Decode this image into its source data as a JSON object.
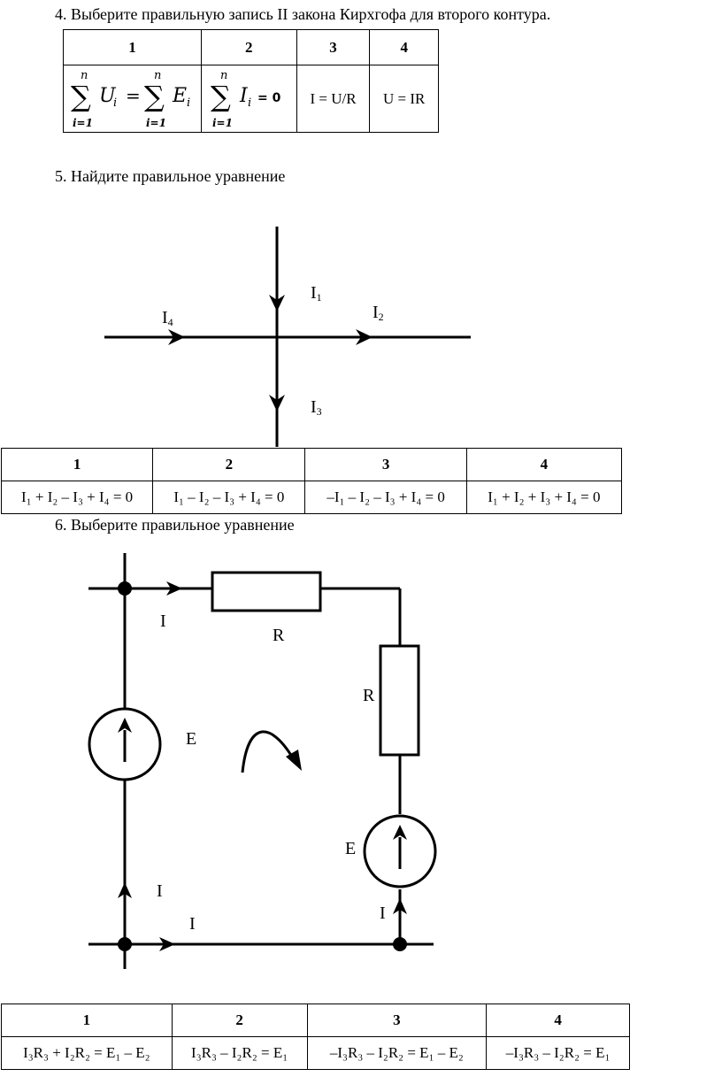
{
  "q4": {
    "title": "4. Выберите правильную запись II закона Кирхгофа для второго контура.",
    "headers": [
      "1",
      "2",
      "3",
      "4"
    ],
    "options": {
      "opt1": {
        "n_top1": "n",
        "sigma1": "∑",
        "u": "U",
        "sub1": "i",
        "eq": "=",
        "n_top2": "n",
        "sigma2": "∑",
        "e": "E",
        "sub2": "i",
        "i_bottom1": "i=1",
        "i_bottom2": "i=1"
      },
      "opt2": {
        "n_top": "n",
        "sigma": "∑",
        "i": "I",
        "sub": "i",
        "eq": "= 0",
        "i_bottom": "i=1"
      },
      "opt3": "I = U/R",
      "opt4": "U = IR"
    }
  },
  "q5": {
    "title": "5. Найдите правильное уравнение",
    "labels": {
      "i1": "I",
      "i1_sub": "1",
      "i2": "I",
      "i2_sub": "2",
      "i3": "I",
      "i3_sub": "3",
      "i4": "I",
      "i4_sub": "4"
    },
    "headers": [
      "1",
      "2",
      "3",
      "4"
    ],
    "options": [
      "I₁ + I₂ – I₃ + I₄ = 0",
      "I₁ – I₂ – I₃ + I₄ = 0",
      "–I₁ – I₂ – I₃ + I₄ = 0",
      "I₁ + I₂ + I₃ + I₄ = 0"
    ]
  },
  "q6": {
    "title": "6. Выберите правильное уравнение",
    "labels": {
      "i_top": "I",
      "r_top": "R",
      "r_right": "R",
      "e_left": "E",
      "e_right": "E",
      "i_left_bottom": "I",
      "i_bottom": "I",
      "i_right": "I"
    },
    "headers": [
      "1",
      "2",
      "3",
      "4"
    ],
    "options": [
      "I₃R₃ + I₂R₂ = E₁ – E₂",
      "I₃R₃ – I₂R₂ = E₁",
      "–I₃R₃ – I₂R₂ = E₁ – E₂",
      "–I₃R₃ – I₂R₂ = E₁"
    ]
  }
}
